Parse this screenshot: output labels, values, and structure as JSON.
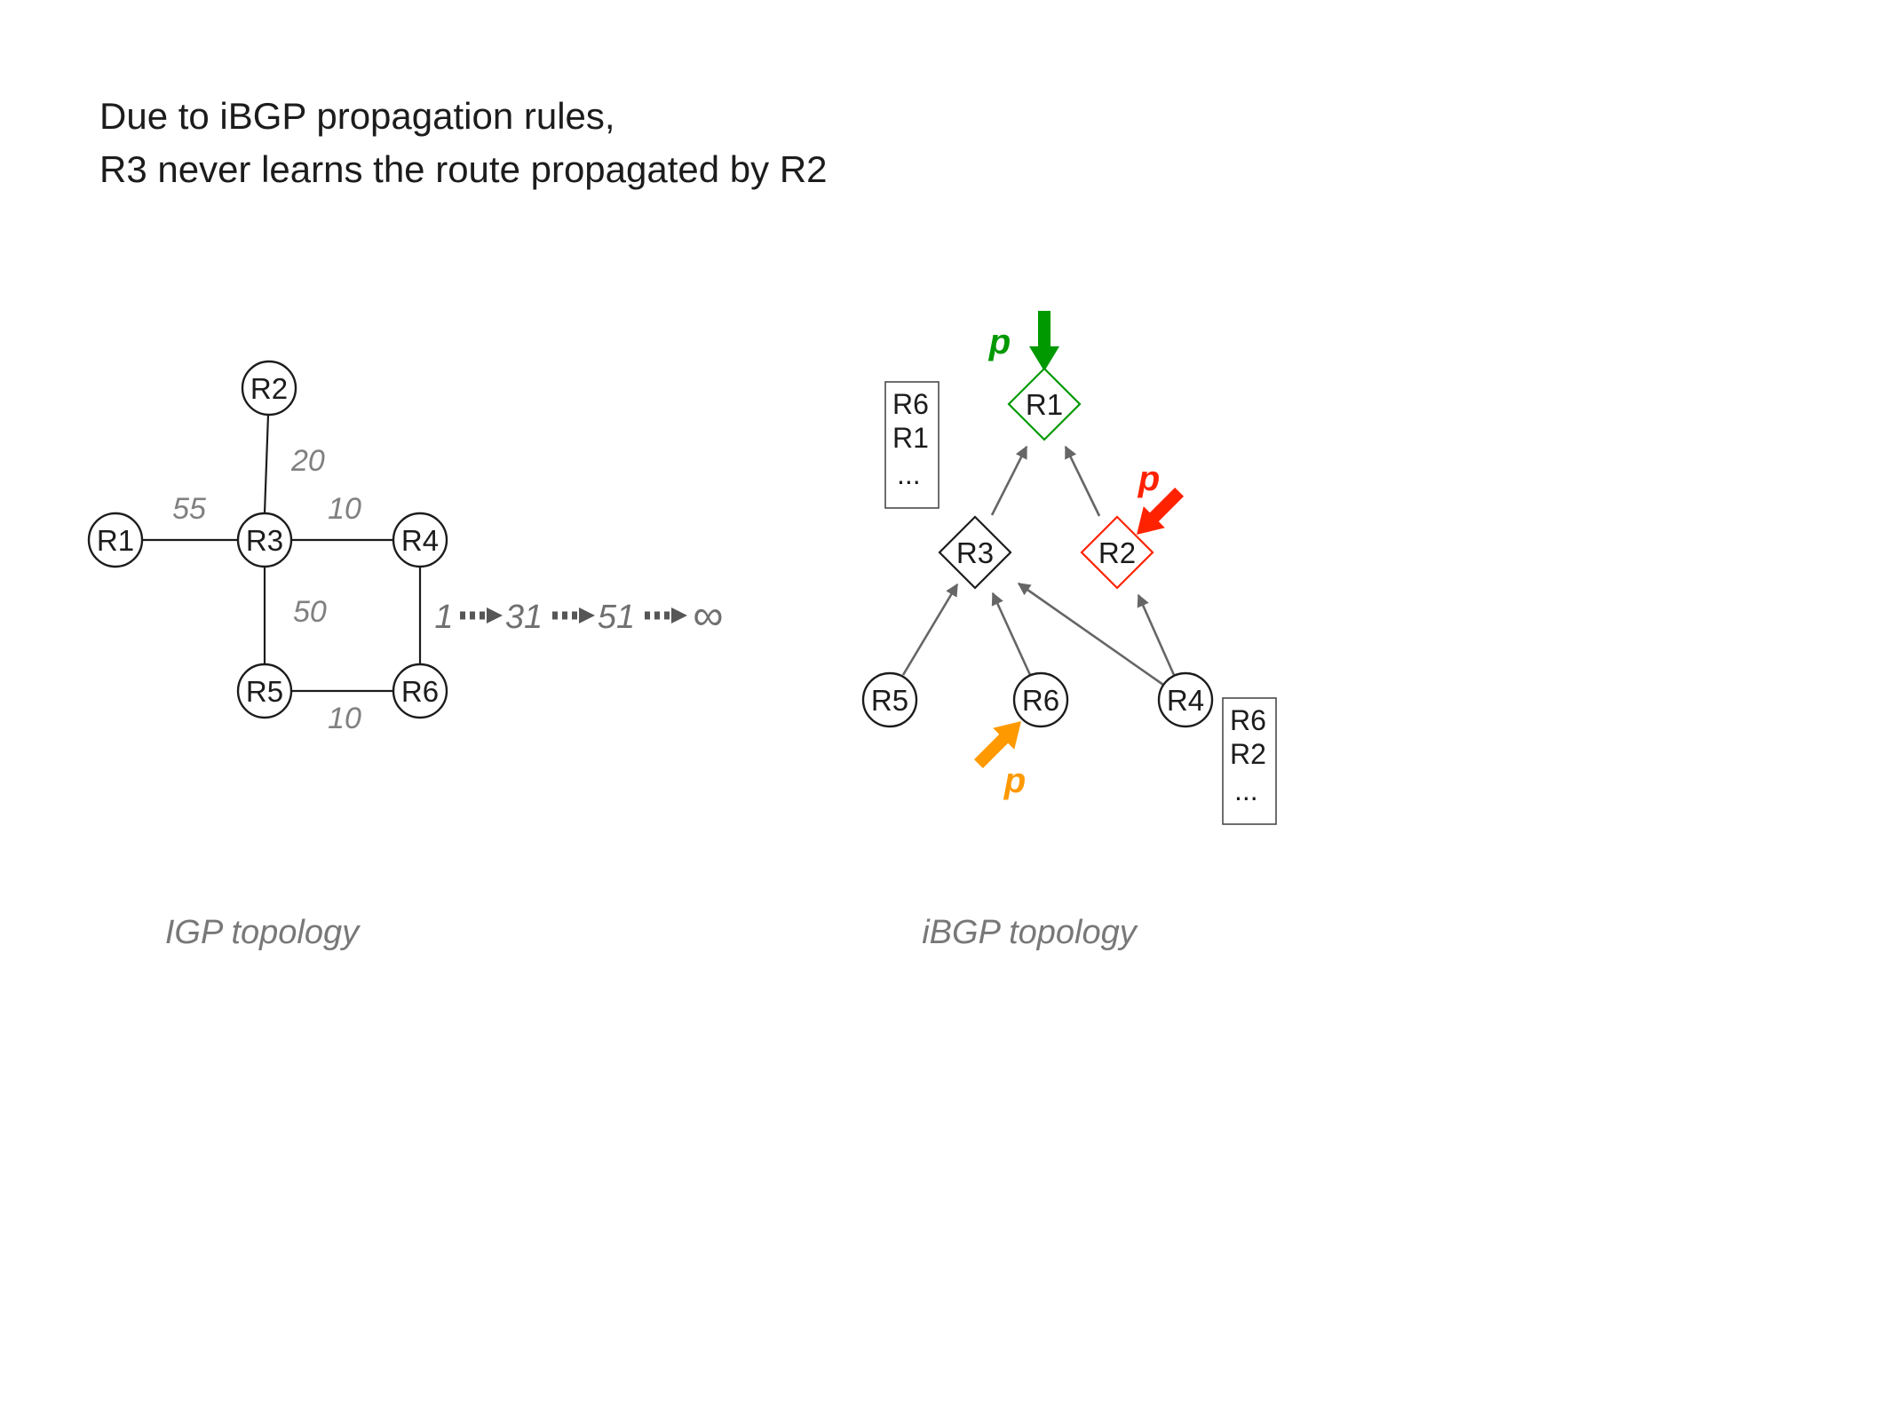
{
  "title": {
    "line1": "Due to iBGP propagation rules,",
    "line2": "R3 never learns the route propagated by R2"
  },
  "igp": {
    "caption": "IGP topology",
    "nodes": {
      "r1": "R1",
      "r2": "R2",
      "r3": "R3",
      "r4": "R4",
      "r5": "R5",
      "r6": "R6"
    },
    "weights": {
      "r1_r3": "55",
      "r2_r3": "20",
      "r3_r4": "10",
      "r3_r5": "50",
      "r5_r6": "10"
    },
    "metric_sequence": {
      "step1": "1",
      "step2": "31",
      "step3": "51",
      "step4": "∞"
    }
  },
  "ibgp": {
    "caption": "iBGP topology",
    "nodes": {
      "r1": "R1",
      "r2": "R2",
      "r3": "R3",
      "r4": "R4",
      "r5": "R5",
      "r6": "R6"
    },
    "prefix": {
      "at_r1": "p",
      "at_r2": "p",
      "at_r6": "p"
    },
    "rib_left": {
      "line1": "R6",
      "line2": "R1",
      "line3": "..."
    },
    "rib_right": {
      "line1": "R6",
      "line2": "R2",
      "line3": "..."
    }
  },
  "colors": {
    "green": "#009900",
    "red": "#ff2200",
    "orange": "#ff9900",
    "label_gray": "#808080",
    "session_gray": "#666666",
    "ink": "#1c1c1c"
  }
}
